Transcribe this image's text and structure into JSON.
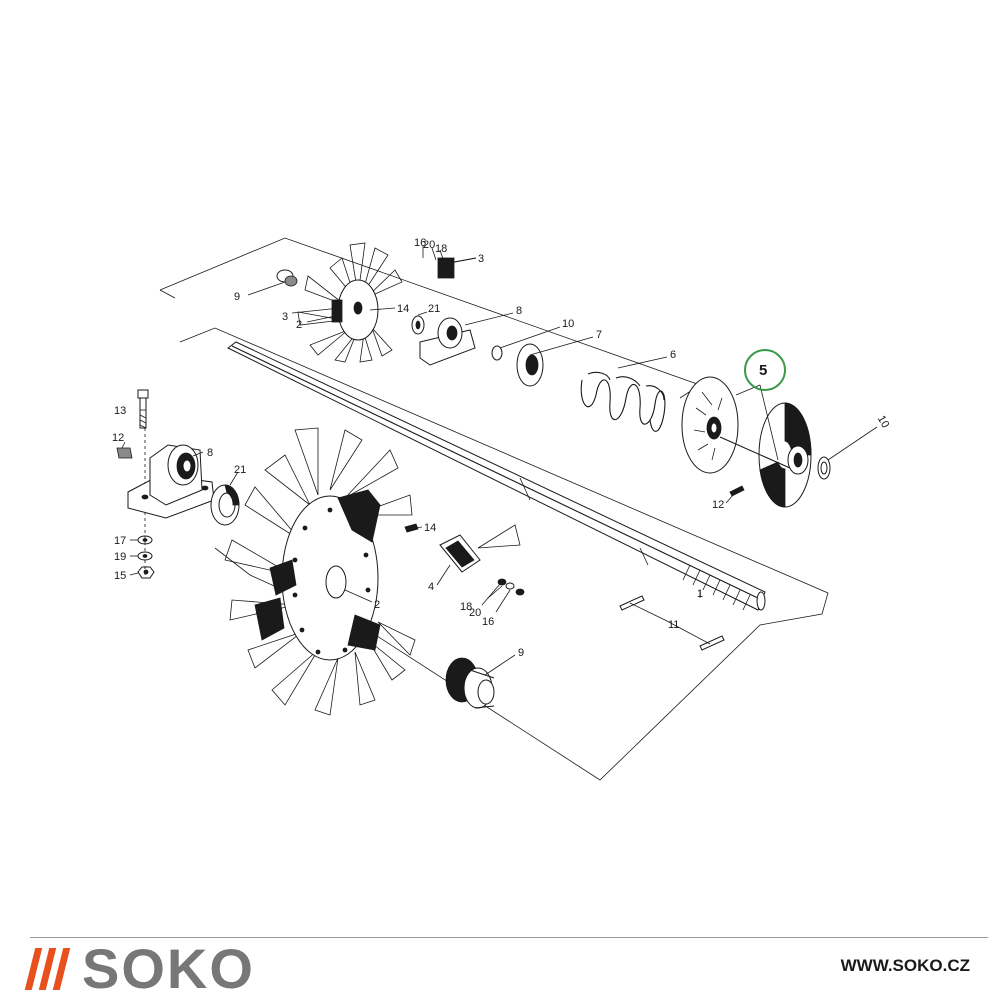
{
  "callouts": {
    "c1": "1",
    "c2a": "2",
    "c2b": "2",
    "c3a": "3",
    "c3b": "3",
    "c4": "4",
    "c5": "5",
    "c6": "6",
    "c7": "7",
    "c8a": "8",
    "c8b": "8",
    "c9a": "9",
    "c9b": "9",
    "c10a": "10",
    "c10b": "10",
    "c11": "11",
    "c12a": "12",
    "c12b": "12",
    "c13": "13",
    "c14a": "14",
    "c14b": "14",
    "c15": "15",
    "c16a": "16",
    "c16b": "16",
    "c17": "17",
    "c18a": "18",
    "c18b": "18",
    "c19": "19",
    "c20a": "20",
    "c20b": "20",
    "c21a": "21",
    "c21b": "21"
  },
  "highlight": {
    "part": "5",
    "color": "#3a9a4a"
  },
  "footer": {
    "brand": "SOKO",
    "website": "WWW.SOKO.CZ",
    "bar_color": "#e8501e",
    "rule_color": "#9a9a9a"
  }
}
